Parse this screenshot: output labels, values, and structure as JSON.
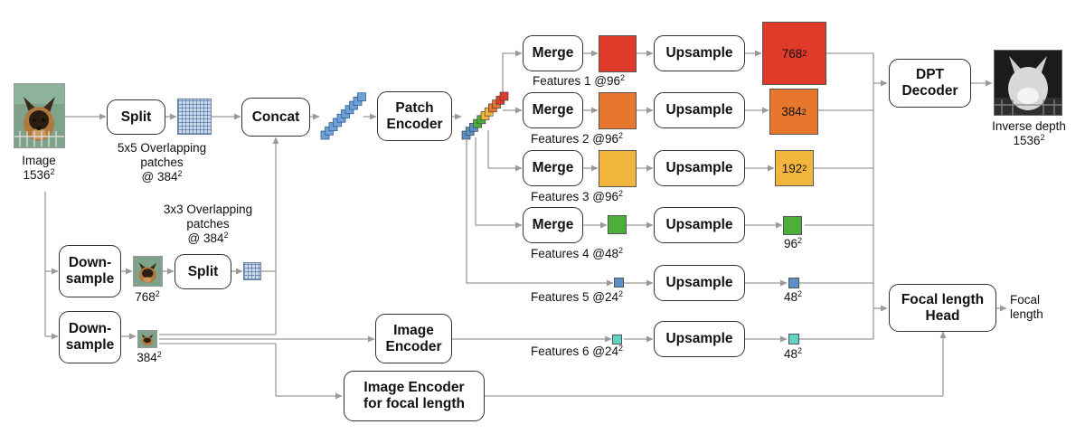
{
  "inputs": {
    "image_label": "Image\n1536²",
    "down1_size_label": "768²",
    "down2_size_label": "384²"
  },
  "boxes": {
    "split_top": "Split",
    "concat": "Concat",
    "patch_encoder": "Patch\nEncoder",
    "downsample_1": "Down-\nsample",
    "downsample_2": "Down-\nsample",
    "split_bottom": "Split",
    "image_encoder": "Image\nEncoder",
    "image_encoder_focal": "Image Encoder\nfor focal length",
    "merge_1": "Merge",
    "merge_2": "Merge",
    "merge_3": "Merge",
    "merge_4": "Merge",
    "upsample_1": "Upsample",
    "upsample_2": "Upsample",
    "upsample_3": "Upsample",
    "upsample_4": "Upsample",
    "upsample_5": "Upsample",
    "upsample_6": "Upsample",
    "dpt_decoder": "DPT\nDecoder",
    "focal_head": "Focal length\nHead"
  },
  "patch_labels": {
    "top": "5x5 Overlapping\npatches\n@ 384²",
    "bottom": "3x3 Overlapping\npatches\n@ 384²"
  },
  "features": {
    "f1": "Features 1 @96²",
    "f2": "Features 2 @96²",
    "f3": "Features 3 @96²",
    "f4": "Features 4 @48²",
    "f5": "Features 5 @24²",
    "f6": "Features 6 @24²"
  },
  "outputs": {
    "out1": "768²",
    "out2": "384²",
    "out3": "192²",
    "out4": "96²",
    "out5": "48²",
    "out6": "48²",
    "inverse_depth": "Inverse depth\n1536²",
    "focal_length": "Focal\nlength"
  },
  "colors": {
    "level1": "#e03a2a",
    "level2": "#e8772e",
    "level3": "#f2b63c",
    "level4": "#4caf3a",
    "level5": "#5b8fc7",
    "level6": "#5fd3c4",
    "patch_blue": "#6fa0d6",
    "line": "#9a9a9a"
  }
}
